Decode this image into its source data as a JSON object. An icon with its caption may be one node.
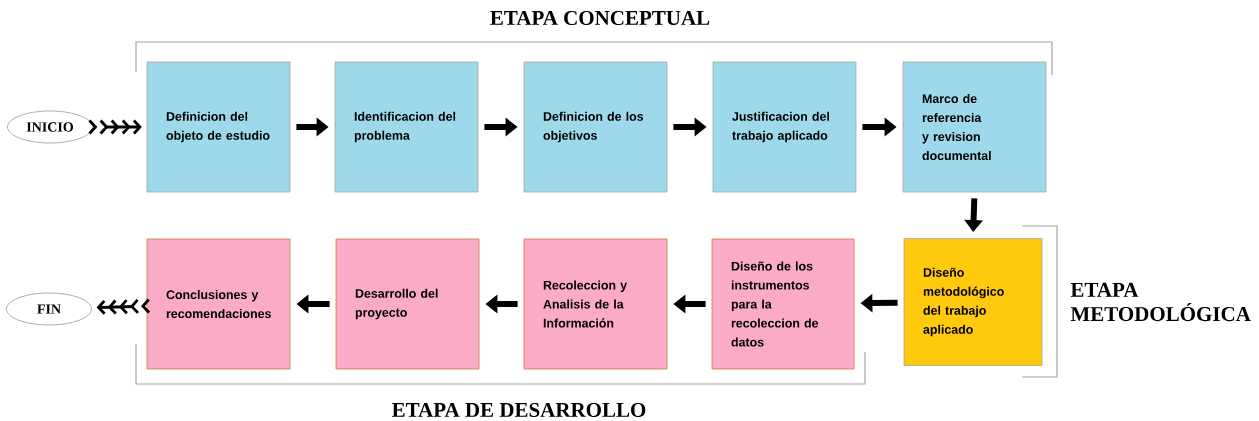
{
  "diagram": {
    "nodes": [
      {
        "text": [
          "INICIO"
        ]
      },
      {
        "text": [
          "Definicion del objeto de estudio"
        ]
      },
      {
        "text": [
          "Identificacion del problema"
        ]
      },
      {
        "text": [
          "Definicion de los objetivos"
        ]
      },
      {
        "text": [
          "Justificacion del trabajo aplicado"
        ]
      },
      {
        "text": [
          "Marco de referencia y revision documental"
        ]
      },
      {
        "text": [
          "Diseño metodológico del trabajo aplicado"
        ]
      },
      {
        "text": [
          "Diseño de los instrumentos para la recoleccion de datos"
        ]
      },
      {
        "text": [
          "Recoleccion y Analisis de la Información"
        ]
      },
      {
        "text": [
          "Desarrollo del proyecto"
        ]
      },
      {
        "text": [
          "Conclusiones y recomendaciones"
        ]
      },
      {
        "text": [
          "FIN"
        ]
      }
    ],
    "edges": [
      {
        "from": 0,
        "to": 1,
        "arrow": "to"
      },
      {
        "from": 1,
        "to": 2,
        "arrow": "to"
      },
      {
        "from": 2,
        "to": 3,
        "arrow": "to"
      },
      {
        "from": 3,
        "to": 4,
        "arrow": "to"
      },
      {
        "from": 4,
        "to": 5,
        "arrow": "to"
      },
      {
        "from": 5,
        "to": 6,
        "arrow": "to"
      },
      {
        "from": 6,
        "to": 7,
        "arrow": "to"
      },
      {
        "from": 7,
        "to": 8,
        "arrow": "to"
      },
      {
        "from": 8,
        "to": 9,
        "arrow": "to"
      },
      {
        "from": 9,
        "to": 10,
        "arrow": "to"
      },
      {
        "from": 10,
        "to": 11,
        "arrow": "to"
      }
    ],
    "labels": [
      "ETAPA CONCEPTUAL",
      "ETAPA METODOLÓGICA",
      "ETAPA DE DESARROLLO"
    ]
  }
}
